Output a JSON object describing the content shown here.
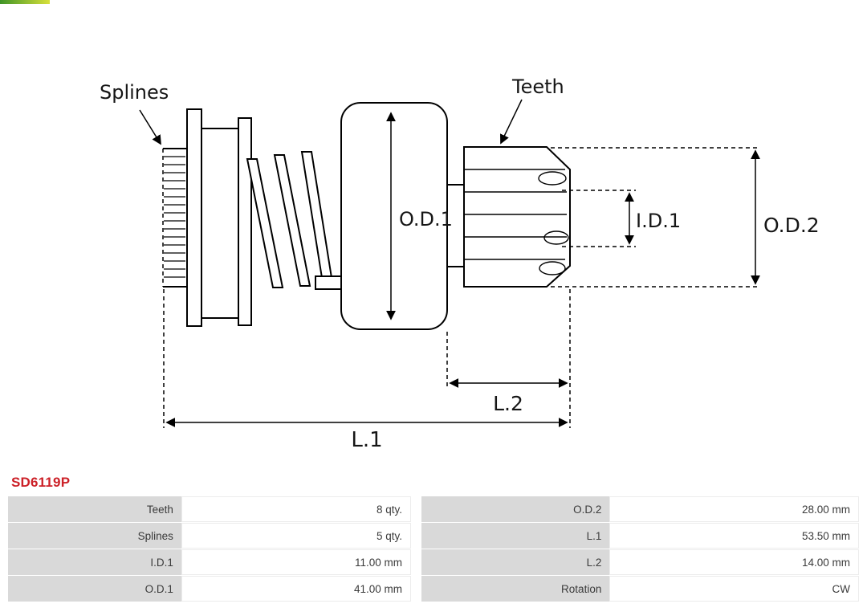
{
  "brand": {
    "logo_strip_colors": [
      "#3f9427",
      "#d8e03a"
    ]
  },
  "product": {
    "code": "SD6119P",
    "code_color": "#cc2128"
  },
  "diagram": {
    "labels": {
      "splines": "Splines",
      "teeth": "Teeth",
      "od1": "O.D.1",
      "id1": "I.D.1",
      "od2": "O.D.2",
      "l2": "L.2",
      "l1": "L.1"
    }
  },
  "specs": {
    "left": [
      {
        "label": "Teeth",
        "value": "8 qty."
      },
      {
        "label": "Splines",
        "value": "5 qty."
      },
      {
        "label": "I.D.1",
        "value": "11.00 mm"
      },
      {
        "label": "O.D.1",
        "value": "41.00 mm"
      }
    ],
    "right": [
      {
        "label": "O.D.2",
        "value": "28.00 mm"
      },
      {
        "label": "L.1",
        "value": "53.50 mm"
      },
      {
        "label": "L.2",
        "value": "14.00 mm"
      },
      {
        "label": "Rotation",
        "value": "CW"
      }
    ]
  }
}
